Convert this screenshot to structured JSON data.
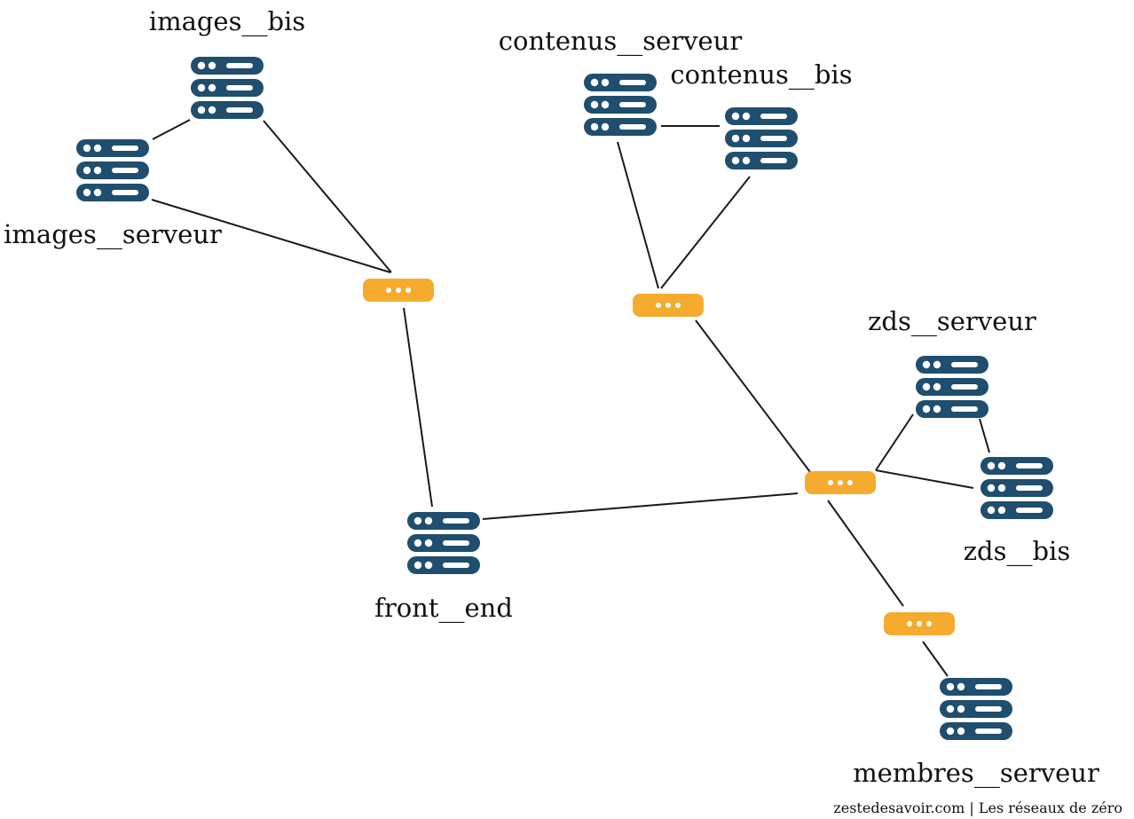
{
  "colors": {
    "server": "#1f4e6e",
    "switch": "#f5ab2e",
    "line": "#1a1a1a",
    "dot": "#ffffff"
  },
  "servers": [
    {
      "id": "images_bis",
      "label": "images__bis"
    },
    {
      "id": "images_serveur",
      "label": "images__serveur"
    },
    {
      "id": "contenus_serveur",
      "label": "contenus__serveur"
    },
    {
      "id": "contenus_bis",
      "label": "contenus__bis"
    },
    {
      "id": "zds_serveur",
      "label": "zds__serveur"
    },
    {
      "id": "zds_bis",
      "label": "zds__bis"
    },
    {
      "id": "front_end",
      "label": "front__end"
    },
    {
      "id": "membres_serveur",
      "label": "membres__serveur"
    }
  ],
  "switches": [
    {
      "id": "switch_images"
    },
    {
      "id": "switch_contenus"
    },
    {
      "id": "switch_zds"
    },
    {
      "id": "switch_membres"
    }
  ],
  "links": [
    {
      "from": "images_bis",
      "to": "images_serveur"
    },
    {
      "from": "images_bis",
      "to": "switch_images"
    },
    {
      "from": "images_serveur",
      "to": "switch_images"
    },
    {
      "from": "switch_images",
      "to": "front_end"
    },
    {
      "from": "contenus_serveur",
      "to": "contenus_bis"
    },
    {
      "from": "contenus_serveur",
      "to": "switch_contenus"
    },
    {
      "from": "contenus_bis",
      "to": "switch_contenus"
    },
    {
      "from": "switch_contenus",
      "to": "switch_zds"
    },
    {
      "from": "front_end",
      "to": "switch_zds"
    },
    {
      "from": "zds_serveur",
      "to": "switch_zds"
    },
    {
      "from": "zds_serveur",
      "to": "zds_bis"
    },
    {
      "from": "switch_zds",
      "to": "zds_bis"
    },
    {
      "from": "switch_zds",
      "to": "switch_membres"
    },
    {
      "from": "switch_membres",
      "to": "membres_serveur"
    }
  ],
  "footer": "zestedesavoir.com | Les réseaux de zéro"
}
